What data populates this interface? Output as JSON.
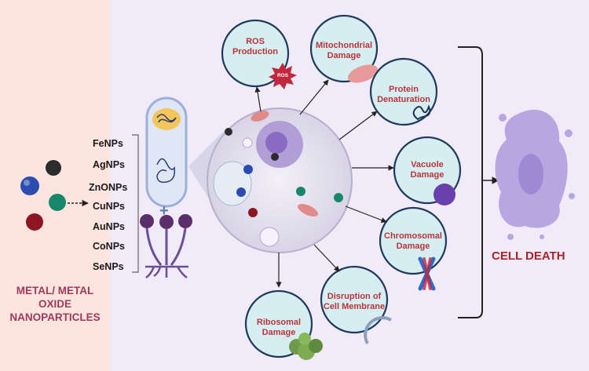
{
  "nanoparticles": [
    "FeNPs",
    "AgNPs",
    "ZnONPs",
    "CuNPs",
    "AuNPs",
    "CoNPs",
    "SeNPs"
  ],
  "metal_title_line1": "METAL/ METAL OXIDE",
  "metal_title_line2": "NANOPARTICLES",
  "plus_sign": "+",
  "effects": [
    {
      "line1": "ROS",
      "line2": "Production"
    },
    {
      "line1": "Mitochondrial",
      "line2": "Damage"
    },
    {
      "line1": "Protein",
      "line2": "Denaturation"
    },
    {
      "line1": "Vacuole",
      "line2": "Damage"
    },
    {
      "line1": "Chromosomal",
      "line2": "Damage"
    },
    {
      "line1": "Disruption of",
      "line2": "Cell Membrane"
    },
    {
      "line1": "Ribosomal",
      "line2": "Damage"
    }
  ],
  "ros_burst_label": "ROS",
  "outcome": "CELL DEATH",
  "colors": {
    "left_panel": "#fde4df",
    "right_panel": "#f1eaf9",
    "bubble_fill": "#d6eef2",
    "bubble_stroke": "#1f3a5c",
    "label_red": "#b8343a",
    "metal_title": "#9c3a5a",
    "cell_death_red": "#a8222a",
    "np_blue": "#2b4db0",
    "np_green": "#16876a",
    "np_red": "#8e1622",
    "np_dark": "#2b2b2b",
    "dead_cell": "#b7a6e2"
  }
}
